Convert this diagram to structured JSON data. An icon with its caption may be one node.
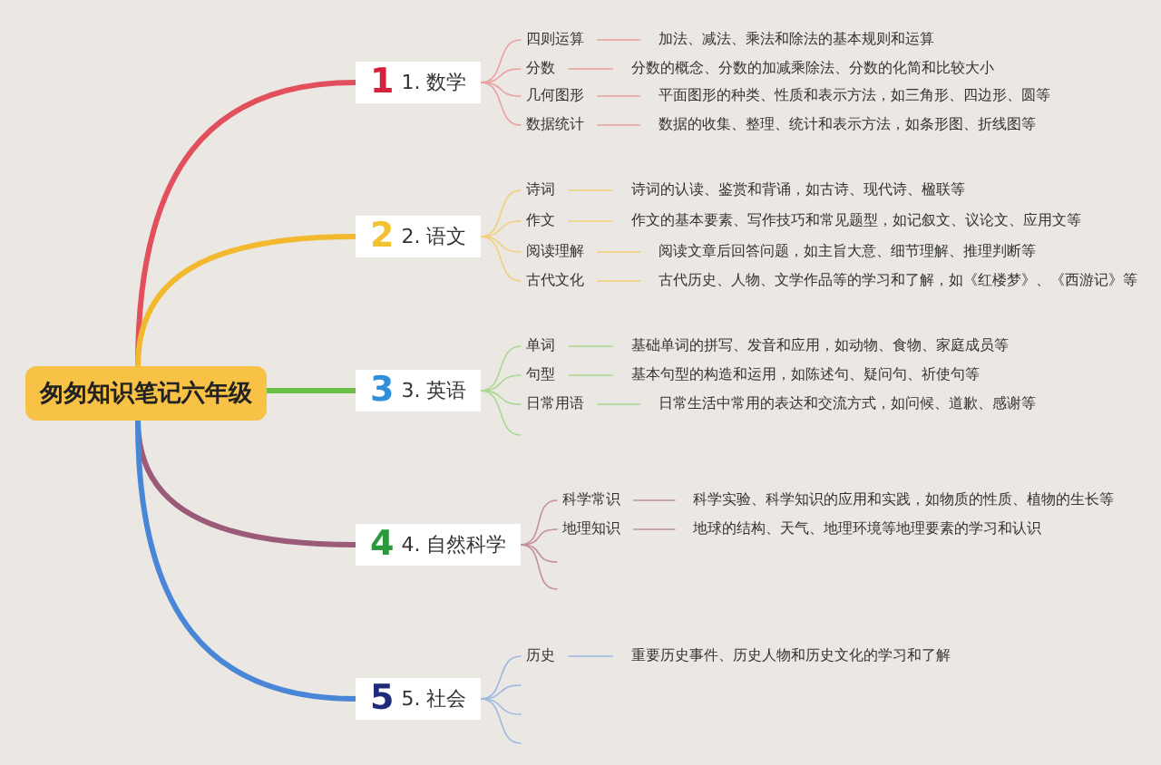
{
  "diagram": {
    "nodes": [
      {
        "text": [
          "匆匆知识笔记六年级"
        ]
      },
      {
        "text": [
          "1",
          "1. 数学"
        ]
      },
      {
        "text": [
          "四则运算"
        ]
      },
      {
        "text": [
          "加法、减法、乘法和除法的基本规则和运算"
        ]
      },
      {
        "text": [
          "分数"
        ]
      },
      {
        "text": [
          "分数的概念、分数的加减乘除法、分数的化简和比较大小"
        ]
      },
      {
        "text": [
          "几何图形"
        ]
      },
      {
        "text": [
          "平面图形的种类、性质和表示方法，如三角形、四边形、圆等"
        ]
      },
      {
        "text": [
          "数据统计"
        ]
      },
      {
        "text": [
          "数据的收集、整理、统计和表示方法，如条形图、折线图等"
        ]
      },
      {
        "text": [
          "2",
          "2. 语文"
        ]
      },
      {
        "text": [
          "诗词"
        ]
      },
      {
        "text": [
          "诗词的认读、鉴赏和背诵，如古诗、现代诗、楹联等"
        ]
      },
      {
        "text": [
          "作文"
        ]
      },
      {
        "text": [
          "作文的基本要素、写作技巧和常见题型，如记叙文、议论文、应用文等"
        ]
      },
      {
        "text": [
          "阅读理解"
        ]
      },
      {
        "text": [
          "阅读文章后回答问题，如主旨大意、细节理解、推理判断等"
        ]
      },
      {
        "text": [
          "古代文化"
        ]
      },
      {
        "text": [
          "古代历史、人物、文学作品等的学习和了解，如《红楼梦》、《西游记》等"
        ]
      },
      {
        "text": [
          "3",
          "3. 英语"
        ]
      },
      {
        "text": [
          "单词"
        ]
      },
      {
        "text": [
          "基础单词的拼写、发音和应用，如动物、食物、家庭成员等"
        ]
      },
      {
        "text": [
          "句型"
        ]
      },
      {
        "text": [
          "基本句型的构造和运用，如陈述句、疑问句、祈使句等"
        ]
      },
      {
        "text": [
          "日常用语"
        ]
      },
      {
        "text": [
          "日常生活中常用的表达和交流方式，如问候、道歉、感谢等"
        ]
      },
      {
        "text": [
          "4",
          "4. 自然科学"
        ]
      },
      {
        "text": [
          "科学常识"
        ]
      },
      {
        "text": [
          "科学实验、科学知识的应用和实践，如物质的性质、植物的生长等"
        ]
      },
      {
        "text": [
          "地理知识"
        ]
      },
      {
        "text": [
          "地球的结构、天气、地理环境等地理要素的学习和认识"
        ]
      },
      {
        "text": [
          "5",
          "5. 社会"
        ]
      },
      {
        "text": [
          "历史"
        ]
      },
      {
        "text": [
          "重要历史事件、历史人物和历史文化的学习和了解"
        ]
      }
    ],
    "edges": [
      {
        "from": 0,
        "to": 1,
        "arrow": "none",
        "style": "thick",
        "color": "#e2505e"
      },
      {
        "from": 0,
        "to": 10,
        "arrow": "none",
        "style": "thick",
        "color": "#f2b92e"
      },
      {
        "from": 0,
        "to": 19,
        "arrow": "none",
        "style": "thick",
        "color": "#6cc04a"
      },
      {
        "from": 0,
        "to": 26,
        "arrow": "none",
        "style": "thick",
        "color": "#9a5a78"
      },
      {
        "from": 0,
        "to": 31,
        "arrow": "none",
        "style": "thick",
        "color": "#4a86d8"
      },
      {
        "from": 1,
        "to": 2,
        "arrow": "none",
        "color": "#eaa0a0"
      },
      {
        "from": 2,
        "to": 3,
        "arrow": "none",
        "color": "#eaa0a0"
      },
      {
        "from": 1,
        "to": 4,
        "arrow": "none",
        "color": "#eaa0a0"
      },
      {
        "from": 4,
        "to": 5,
        "arrow": "none",
        "color": "#eaa0a0"
      },
      {
        "from": 1,
        "to": 6,
        "arrow": "none",
        "color": "#eaa0a0"
      },
      {
        "from": 6,
        "to": 7,
        "arrow": "none",
        "color": "#eaa0a0"
      },
      {
        "from": 1,
        "to": 8,
        "arrow": "none",
        "color": "#eaa0a0"
      },
      {
        "from": 8,
        "to": 9,
        "arrow": "none",
        "color": "#eaa0a0"
      },
      {
        "from": 10,
        "to": 11,
        "arrow": "none",
        "color": "#f3cf7a"
      },
      {
        "from": 11,
        "to": 12,
        "arrow": "none",
        "color": "#f3cf7a"
      },
      {
        "from": 10,
        "to": 13,
        "arrow": "none",
        "color": "#f3cf7a"
      },
      {
        "from": 13,
        "to": 14,
        "arrow": "none",
        "color": "#f3cf7a"
      },
      {
        "from": 10,
        "to": 15,
        "arrow": "none",
        "color": "#f3cf7a"
      },
      {
        "from": 15,
        "to": 16,
        "arrow": "none",
        "color": "#f3cf7a"
      },
      {
        "from": 10,
        "to": 17,
        "arrow": "none",
        "color": "#f3cf7a"
      },
      {
        "from": 17,
        "to": 18,
        "arrow": "none",
        "color": "#f3cf7a"
      },
      {
        "from": 19,
        "to": 20,
        "arrow": "none",
        "color": "#a8d890"
      },
      {
        "from": 20,
        "to": 21,
        "arrow": "none",
        "color": "#a8d890"
      },
      {
        "from": 19,
        "to": 22,
        "arrow": "none",
        "color": "#a8d890"
      },
      {
        "from": 22,
        "to": 23,
        "arrow": "none",
        "color": "#a8d890"
      },
      {
        "from": 19,
        "to": 24,
        "arrow": "none",
        "color": "#a8d890"
      },
      {
        "from": 24,
        "to": 25,
        "arrow": "none",
        "color": "#a8d890"
      },
      {
        "from": 26,
        "to": 27,
        "arrow": "none",
        "color": "#c4909e"
      },
      {
        "from": 27,
        "to": 28,
        "arrow": "none",
        "color": "#c4909e"
      },
      {
        "from": 26,
        "to": 29,
        "arrow": "none",
        "color": "#c4909e"
      },
      {
        "from": 29,
        "to": 30,
        "arrow": "none",
        "color": "#c4909e"
      },
      {
        "from": 31,
        "to": 32,
        "arrow": "none",
        "color": "#9ab8e0"
      },
      {
        "from": 32,
        "to": 33,
        "arrow": "none",
        "color": "#9ab8e0"
      }
    ]
  }
}
